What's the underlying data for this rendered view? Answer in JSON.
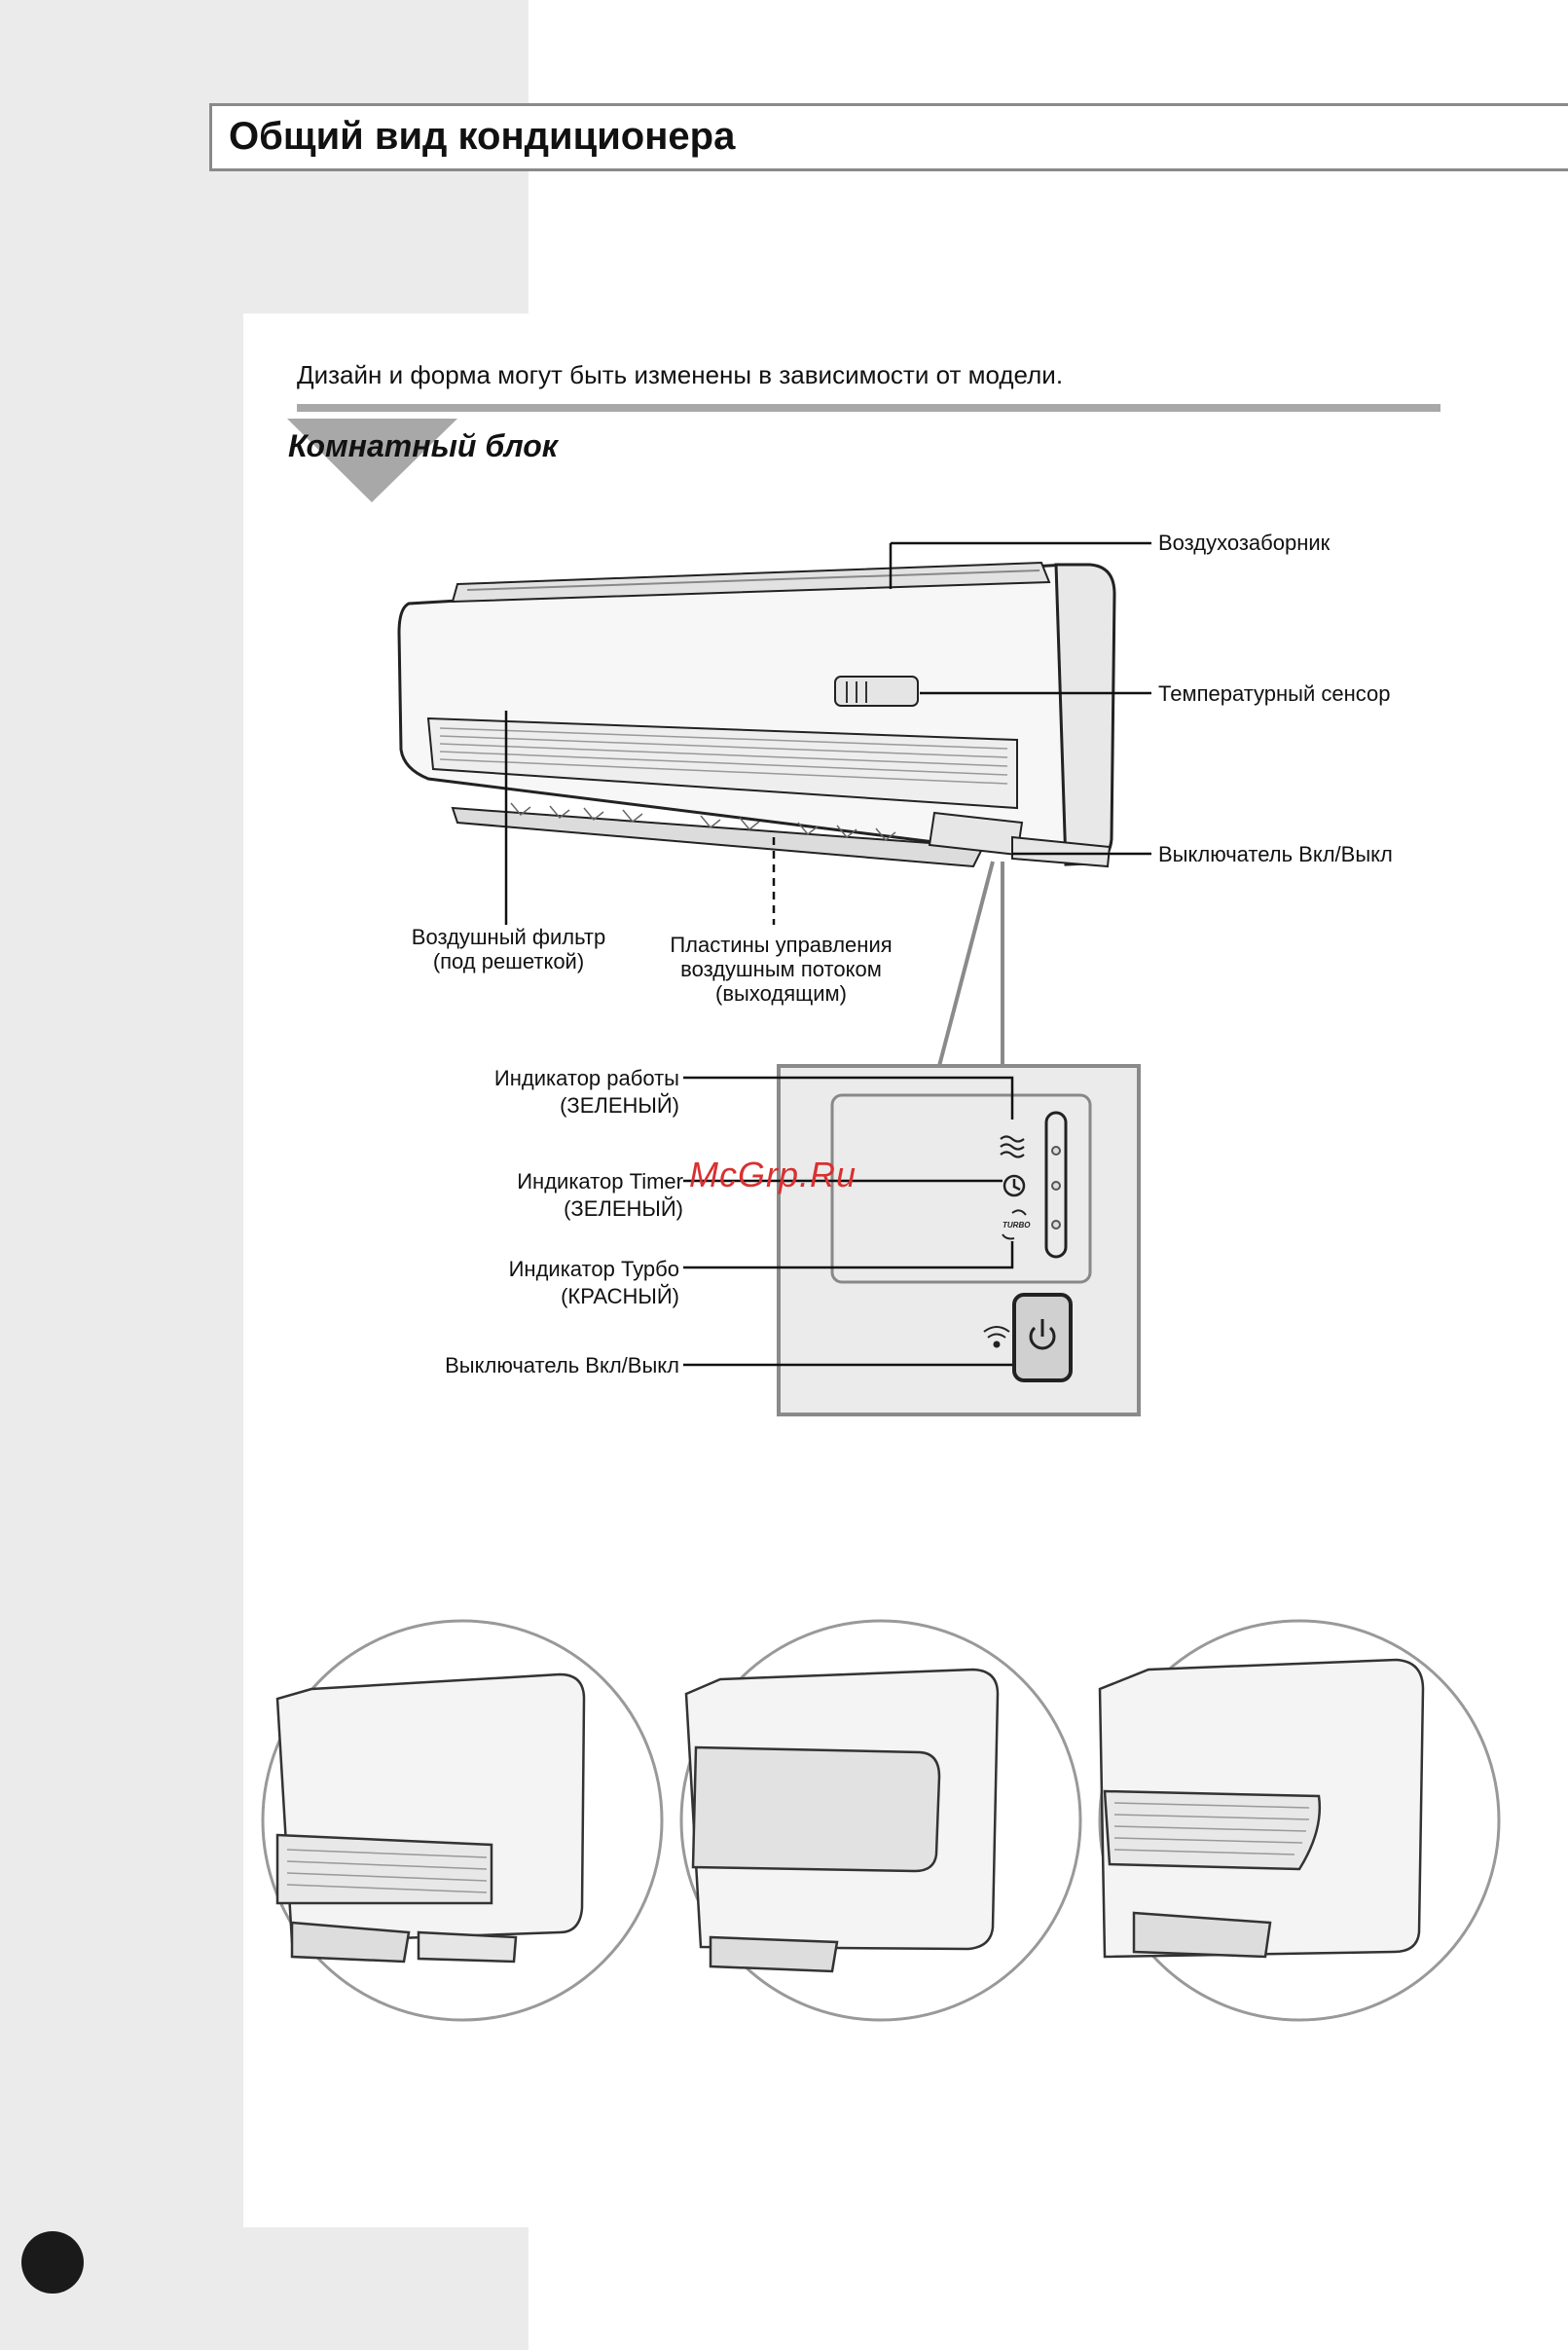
{
  "header": {
    "title": "Общий вид кондиционера"
  },
  "note": "Дизайн и форма могут быть изменены в зависимости от модели.",
  "section": {
    "title": "Комнатный блок"
  },
  "callouts": {
    "air_intake": "Воздухозаборник",
    "temp_sensor": "Температурный сенсор",
    "power_switch_unit": "Выключатель Вкл/Выкл",
    "air_filter_line1": "Воздушный фильтр",
    "air_filter_line2": "(под решеткой)",
    "louvers_line1": "Пластины управления",
    "louvers_line2": "воздушным потоком",
    "louvers_line3": "(выходящим)"
  },
  "panel": {
    "operation_line1": "Индикатор работы",
    "operation_line2": "(ЗЕЛЕНЫЙ)",
    "timer_line1": "Индикатор Timer",
    "timer_line2": "(ЗЕЛЕНЫЙ)",
    "turbo_line1": "Индикатор Турбо",
    "turbo_line2": "(КРАСНЫЙ)",
    "power_switch": "Выключатель Вкл/Выкл",
    "turbo_icon_text": "TURBO"
  },
  "watermark": "McGrp.Ru",
  "colors": {
    "sidebar": "#ebebeb",
    "rule": "#a8a8a8",
    "watermark": "#d93030",
    "panel_bg": "#ebebeb"
  },
  "icons": [
    "fan-icon",
    "clock-icon",
    "turbo-icon",
    "power-icon",
    "remote-signal-icon"
  ]
}
